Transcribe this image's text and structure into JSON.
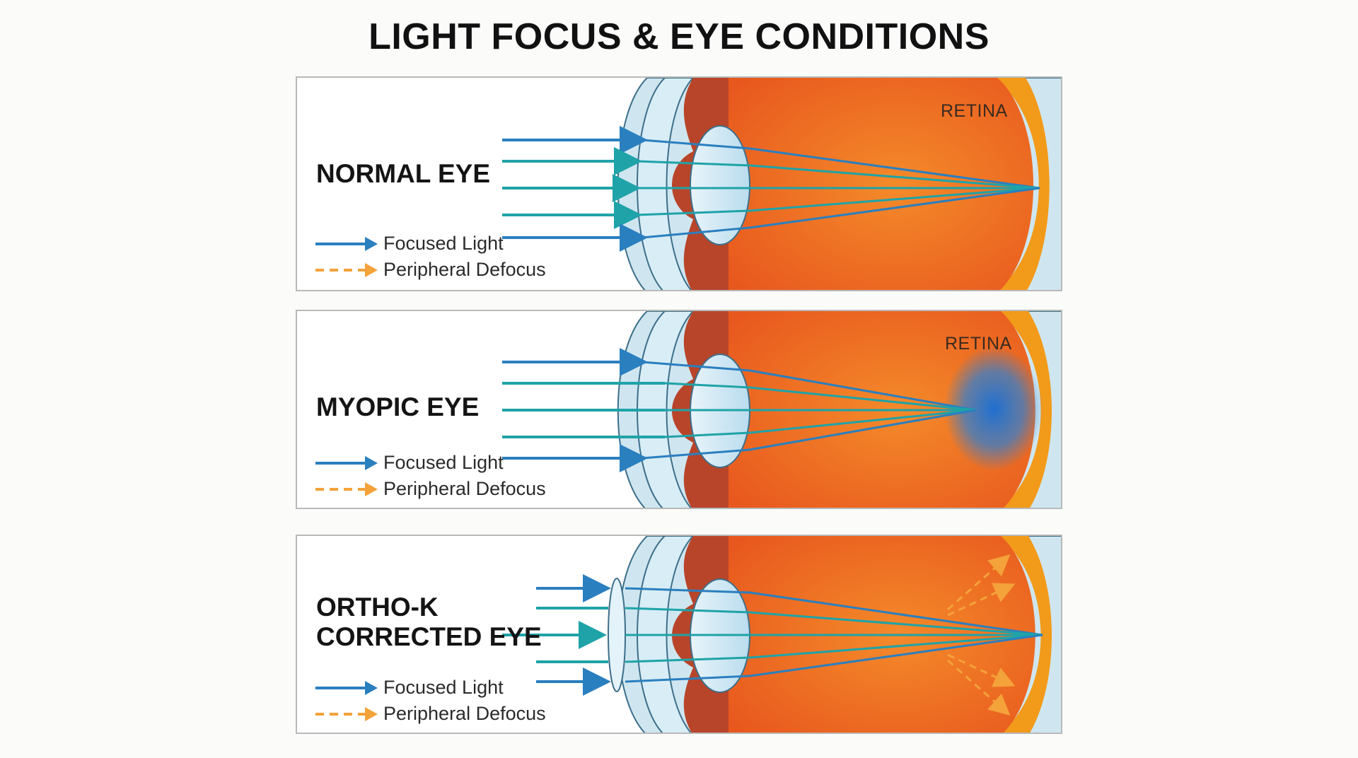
{
  "title": "LIGHT FOCUS & EYE CONDITIONS",
  "legend": {
    "focused_light": "Focused Light",
    "peripheral_defocus": "Peripheral Defocus"
  },
  "panels": [
    {
      "title_lines": [
        "NORMAL EYE"
      ],
      "retina_label": "RETINA"
    },
    {
      "title_lines": [
        "MYOPIC EYE"
      ],
      "retina_label": "RETINA"
    },
    {
      "title_lines": [
        "ORTHO-K",
        "CORRECTED EYE"
      ]
    }
  ],
  "colors": {
    "focused_light": "#2a7fbf",
    "focused_light_inner": "#1fa3a8",
    "peripheral_defocus": "#f4a23a",
    "eye_interior": "#ee6a22",
    "retina": "#f29a1a",
    "cornea": "#d8edf6",
    "iris": "#b8452a"
  },
  "icons": [
    "arrow-right-icon",
    "dashed-arrow-right-icon"
  ]
}
